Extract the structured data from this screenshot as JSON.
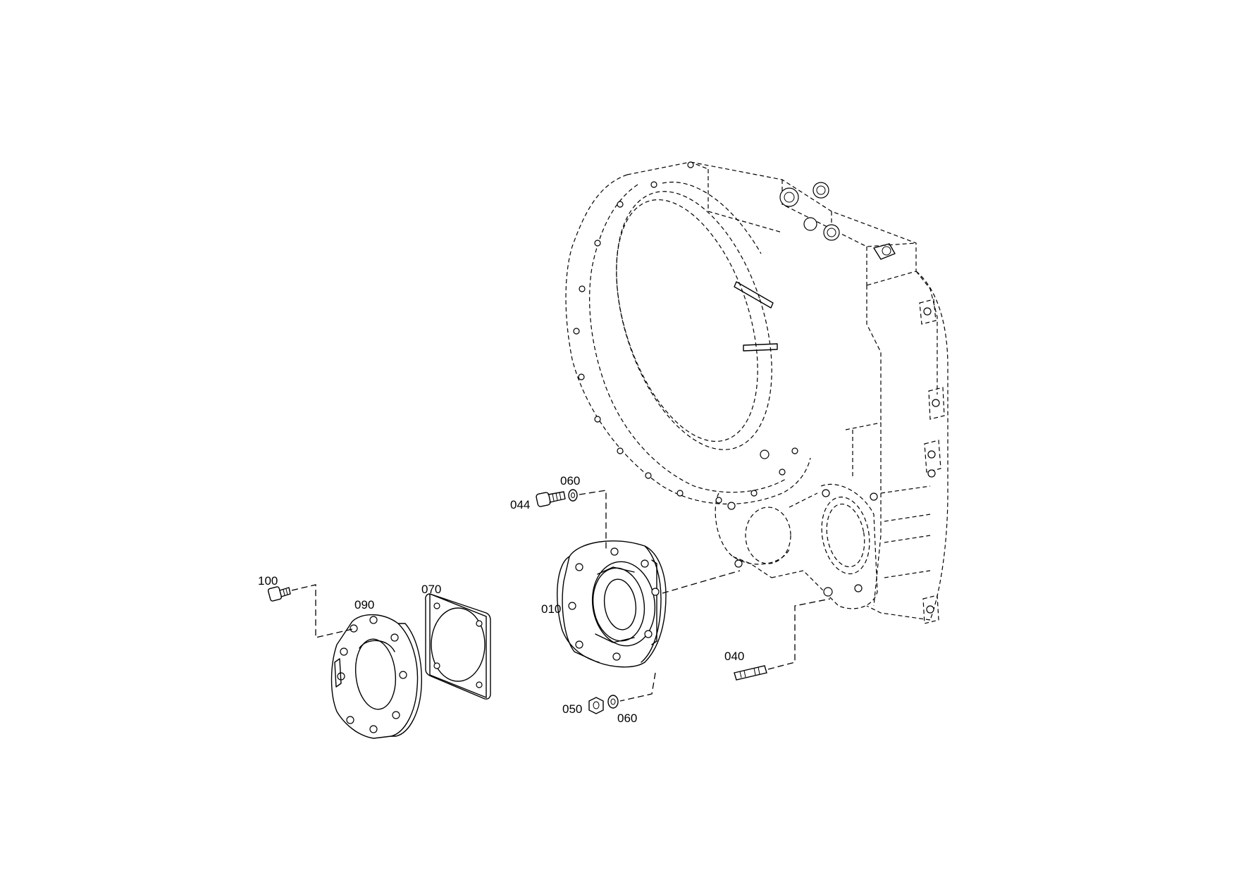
{
  "diagram": {
    "callouts": [
      {
        "id": "100",
        "label": "100"
      },
      {
        "id": "090",
        "label": "090"
      },
      {
        "id": "070",
        "label": "070"
      },
      {
        "id": "044",
        "label": "044"
      },
      {
        "id": "060a",
        "label": "060"
      },
      {
        "id": "010",
        "label": "010"
      },
      {
        "id": "050",
        "label": "050"
      },
      {
        "id": "060b",
        "label": "060"
      },
      {
        "id": "040",
        "label": "040"
      }
    ],
    "colors": {
      "line": "#000000",
      "background": "#ffffff"
    }
  }
}
